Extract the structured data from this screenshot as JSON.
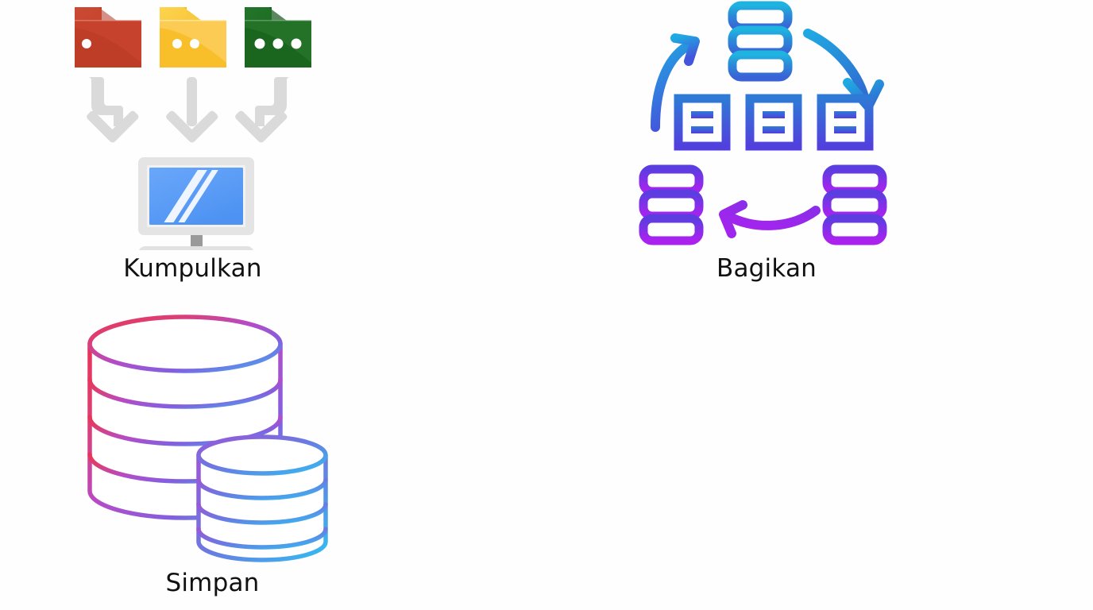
{
  "page": {
    "title": "Data lifecycle infographic",
    "background_color": "#fefefe",
    "text_color": "#111111",
    "language": "Indonesian"
  },
  "panels": [
    {
      "id": "collect",
      "caption": "Kumpulkan",
      "icon_name": "folders-to-computer-icon",
      "description": "Three colored folders with downward arrows pointing into a desktop monitor",
      "colors": {
        "folder_red": "#c8402c",
        "folder_red_dark": "#b5371f",
        "folder_yellow": "#fbc02d",
        "folder_yellow_light": "#fcd462",
        "folder_green": "#1b6b20",
        "folder_green_dark": "#16601a",
        "arrow_gray": "#dadada",
        "monitor_frame": "#e2e2e2",
        "monitor_screen": "#5b9cf7",
        "monitor_glare": "#eaf3ff",
        "monitor_stand": "#9a9a9a"
      },
      "folders": [
        {
          "color_name": "red",
          "dots": 1
        },
        {
          "color_name": "yellow",
          "dots": 2
        },
        {
          "color_name": "green",
          "dots": 3
        }
      ],
      "arrows": [
        {
          "shape": "elbow-right-then-down"
        },
        {
          "shape": "straight-down"
        },
        {
          "shape": "elbow-left-then-down"
        }
      ]
    },
    {
      "id": "share",
      "caption": "Bagikan",
      "icon_name": "distributed-network-sharing-icon",
      "description": "Server stack on top, three linked nodes in middle, two server stacks below with curved exchange arrows",
      "colors": {
        "cyan": "#22a9dd",
        "blue": "#2f6fd0",
        "indigo": "#4b44d8",
        "violet": "#6b3ce0",
        "purple": "#a02ae8",
        "magenta": "#b31fe8"
      },
      "nodes": {
        "top_server_slots": 3,
        "middle_blocks": 3,
        "middle_block_bars": 2,
        "bottom_left_server_slots": 3,
        "bottom_right_server_slots": 3
      },
      "arrows": [
        {
          "name": "left-up-curve",
          "direction": "up"
        },
        {
          "name": "right-down-curve",
          "direction": "down"
        },
        {
          "name": "bottom-left-curve",
          "direction": "left"
        }
      ]
    },
    {
      "id": "store",
      "caption": "Simpan",
      "icon_name": "database-cylinders-icon",
      "description": "Large multi-layer database cylinder with a smaller overlapping cylinder, gradient outline",
      "colors": {
        "gradient_start": "#e8385a",
        "gradient_mid": "#b249c9",
        "gradient_end": "#3eb7ef"
      },
      "cylinders": [
        {
          "name": "large-cylinder",
          "layers": 4
        },
        {
          "name": "small-cylinder",
          "layers": 4
        }
      ]
    }
  ]
}
